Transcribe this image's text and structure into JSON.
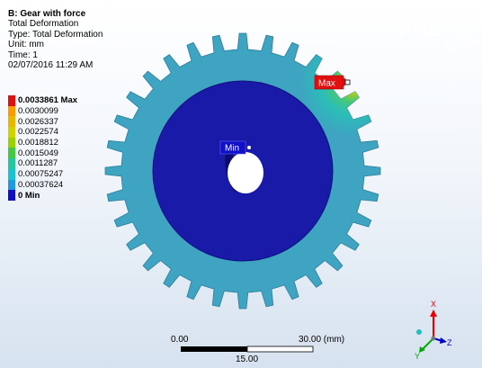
{
  "info": {
    "title": "B: Gear with force",
    "line1": "Total Deformation",
    "line2": "Type: Total Deformation",
    "line3": "Unit: mm",
    "line4": "Time: 1",
    "line5": "02/07/2016 11:29 AM"
  },
  "legend": {
    "max_label": "0.0033861 Max",
    "items": [
      {
        "value": "0.0030099",
        "color": "#ff9900"
      },
      {
        "value": "0.0026337",
        "color": "#e8b800"
      },
      {
        "value": "0.0022574",
        "color": "#d2d200"
      },
      {
        "value": "0.0018812",
        "color": "#9ad200"
      },
      {
        "value": "0.0015049",
        "color": "#46c846"
      },
      {
        "value": "0.0011287",
        "color": "#22c8a0"
      },
      {
        "value": "0.00075247",
        "color": "#19c3d2"
      },
      {
        "value": "0.00037624",
        "color": "#1e9be0"
      }
    ],
    "min_label": "0 Min",
    "max_color": "#e01010",
    "min_color": "#1010c8"
  },
  "brand": {
    "name": "ANSYS",
    "version": "R15.0"
  },
  "probes": {
    "max": "Max",
    "min": "Min"
  },
  "scale": {
    "start": "0.00",
    "mid": "15.00",
    "end": "30.00 (mm)"
  },
  "triad": {
    "x": "X",
    "y": "Y",
    "z": "Z"
  }
}
